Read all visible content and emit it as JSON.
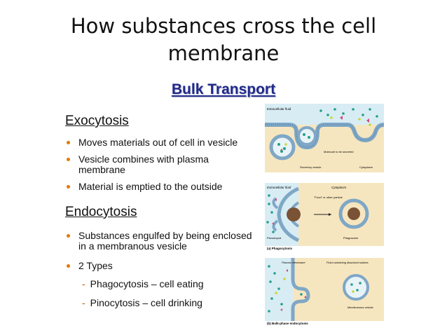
{
  "title": "How substances cross the cell membrane",
  "subtitle": "Bulk Transport",
  "exocytosis": {
    "heading": "Exocytosis",
    "bullets": [
      "Moves materials out of cell in vesicle",
      "Vesicle combines with plasma membrane",
      "Material is emptied to the outside"
    ]
  },
  "endocytosis": {
    "heading": "Endocytosis",
    "bullets": [
      "Substances engulfed by being enclosed in a membranous vesicle",
      "2 Types"
    ],
    "types": [
      "Phagocytosis – cell eating",
      "Pinocytosis – cell drinking"
    ]
  },
  "figure_exocytosis": {
    "labels": {
      "extracellular": "Extracellular fluid",
      "molecule": "Molecule to be secreted",
      "secretory": "Secretory vesicle",
      "cytoplasm": "Cytoplasm"
    }
  },
  "figure_phagocytosis": {
    "labels": {
      "extracellular": "Extracellular fluid",
      "cytoplasm": "Cytoplasm",
      "food": "\"Food\" or other particle",
      "pseudopod": "Pseudopod",
      "phagosome": "Phagosome",
      "caption": "(a) Phagocytosis"
    }
  },
  "figure_pinocytosis": {
    "labels": {
      "plasma": "Plasma membrane",
      "fluid": "Fluid containing dissolved solutes",
      "vesicle": "Membranous vesicle",
      "caption": "(b) Bulk-phase endocytosis"
    }
  },
  "colors": {
    "heading_blue": "#1f2a8c",
    "bullet_orange": "#e07b00",
    "panel_bg": "#f6e6bf",
    "membrane_blue": "#7fa7c6"
  }
}
